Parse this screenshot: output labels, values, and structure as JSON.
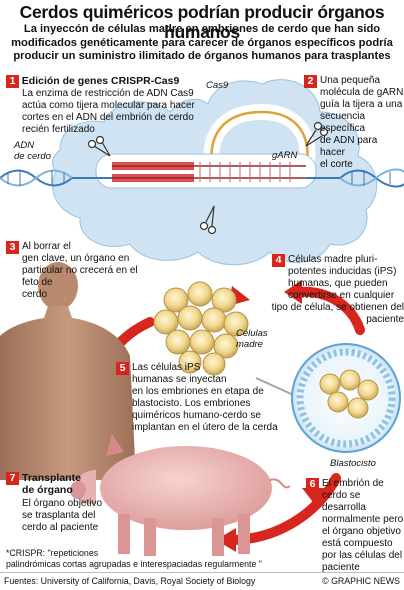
{
  "title": "Cerdos quiméricos podrían producir órganos humanos",
  "subtitle_lines": [
    "La inyeccón de células madre en embriones de cerdo que han sido",
    "modificados genéticamente para carecer de órganos específicos podría",
    "producir un suministro ilimitado de órganos humanos para trasplantes"
  ],
  "steps": [
    {
      "number": "1",
      "heading": "Edición de genes CRISPR-Cas9",
      "lines": [
        "La enzima de restricción de ADN Cas9",
        "actúa como tijera molecular para hacer",
        "cortes en el ADN del embrión de cerdo",
        "recién fertilizado"
      ]
    },
    {
      "number": "2",
      "lines": [
        "Una pequeña",
        "molécula de gARN",
        "guía la tijera a una",
        "secuencia específica",
        "de ADN para hacer",
        "el corte"
      ]
    },
    {
      "number": "3",
      "lines": [
        "Al borrar el",
        "gen clave, un órgano en",
        "particular no crecerá en el",
        "feto de",
        "cerdo"
      ]
    },
    {
      "number": "4",
      "lines": [
        "Células madre pluri-",
        "potentes inducidas (iPS)",
        "humanas, que pueden",
        "convertirse en cualquier",
        "tipo de célula, se obtienen del paciente"
      ]
    },
    {
      "number": "5",
      "lines": [
        "Las células iPS",
        "humanas se inyectan",
        "en los embriones en etapa de",
        "blastocisto. Los embriones",
        "quiméricos humano-cerdo se",
        "implantan en el útero de la cerda"
      ]
    },
    {
      "number": "6",
      "lines": [
        "El embrión de",
        "cerdo se desarrolla",
        "normalmente pero",
        "el órgano objetivo",
        "está compuesto",
        "por las células del",
        "paciente"
      ]
    },
    {
      "number": "7",
      "heading_lines": [
        "Transplante",
        "de órgano"
      ],
      "lines": [
        "El órgano objetivo",
        "se trasplanta del",
        "cerdo al paciente"
      ]
    }
  ],
  "labels": {
    "cas9": "Cas9",
    "garn": "gARN",
    "adn_line1": "ADN",
    "adn_line2": "de cerdo",
    "celulas_line1": "Células",
    "celulas_line2": "madre",
    "blastocisto": "Blastocisto"
  },
  "footnote_lines": [
    "*CRISPR: \"repeticiones",
    "palindrómicas cortas agrupadas e interespaciadas regularmente \""
  ],
  "footer": {
    "sources": "Fuentes: University of California, Davis, Royal Society of Biology",
    "copyright": "© GRAPHIC NEWS"
  },
  "colors": {
    "accent_red": "#d7261e",
    "cloud_blue": "#cfe3f2",
    "dna_blue": "#3b79b6",
    "skin": "#b98a6e",
    "pig_pink": "#e7b2b2",
    "cell_yellow": "#f1d88f"
  }
}
